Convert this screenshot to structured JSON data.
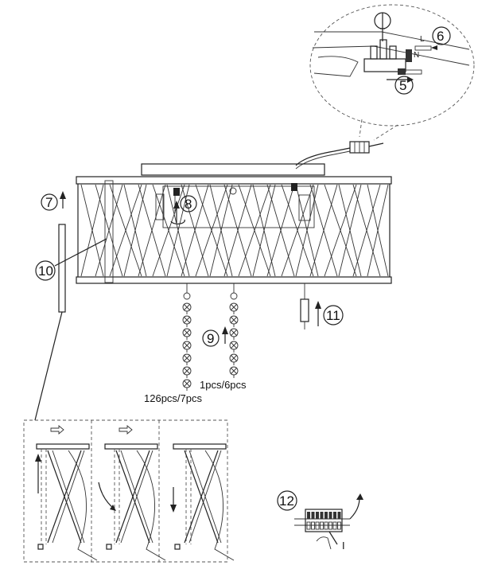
{
  "step_markers": {
    "step_5": "5",
    "step_6": "6",
    "step_7": "7",
    "step_8": "8",
    "step_9": "9",
    "step_10": "10",
    "step_11": "11",
    "step_12": "12"
  },
  "labels": {
    "quantity_left": "126pcs/7pcs",
    "quantity_right": "1pcs/6pcs",
    "wire_neutral": "N",
    "wire_live": "L",
    "terminal_mark": "I"
  }
}
